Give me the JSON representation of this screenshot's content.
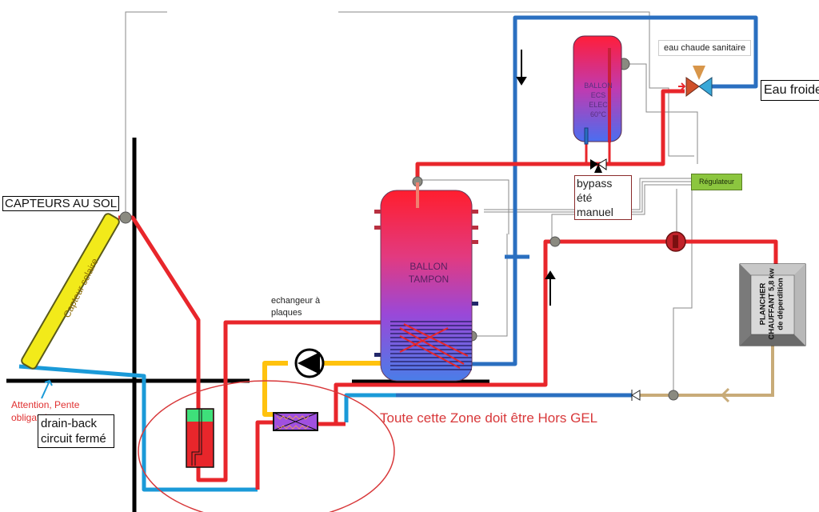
{
  "title": "Schéma installation chauffage solaire drain-back avec ballon tampon",
  "labels": {
    "capteurs_au_sol": "CAPTEURS AU SOL",
    "capteur_solaire": "Capteur solaire",
    "attention_pente": "Attention, Pente obligatoire",
    "drain_back": "drain-back circuit fermé",
    "echangeur": "echangeur à plaques",
    "zone_hors_gel": "Toute cette Zone doit être Hors GEL",
    "ballon_tampon": "BALLON TAMPON",
    "ballon_ecs": "BALLON ECS ELEC 60°C",
    "eau_chaude_sanitaire": "eau chaude sanitaire",
    "eau_froide": "Eau froide",
    "bypass": "bypass été manuel",
    "regulateur": "Régulateur",
    "plancher": "PLANCHER CHAUFFANT 5,8 kw de déperdition"
  },
  "colors": {
    "hot_pipe": "#e8262b",
    "cold_pipe": "#1a9ad8",
    "cold_pipe_dark": "#2a6fc0",
    "pump_loop": "#ffc20e",
    "return_floor": "#c8ab78",
    "wire": "#888888",
    "ground_line": "#000000",
    "regulator": "#8cc63f",
    "collector": "#f2ea1a",
    "zone_outline": "#d8383a"
  }
}
